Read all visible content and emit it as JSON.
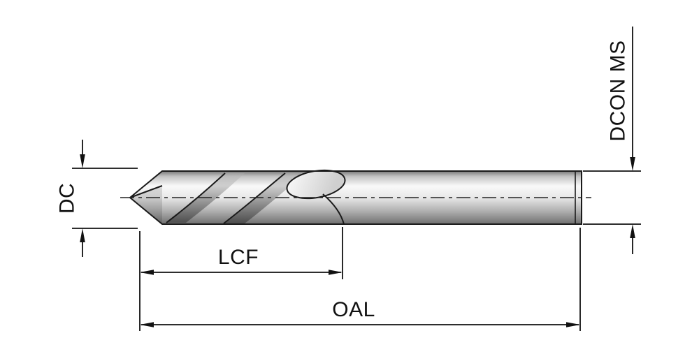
{
  "diagram": {
    "labels": {
      "dc": "DC",
      "dcon_ms": "DCON MS",
      "lcf": "LCF",
      "oal": "OAL"
    },
    "colors": {
      "line": "#111111",
      "background": "#ffffff",
      "metal_light": "#f9f9f9",
      "metal_dark": "#6f6f6f"
    }
  }
}
